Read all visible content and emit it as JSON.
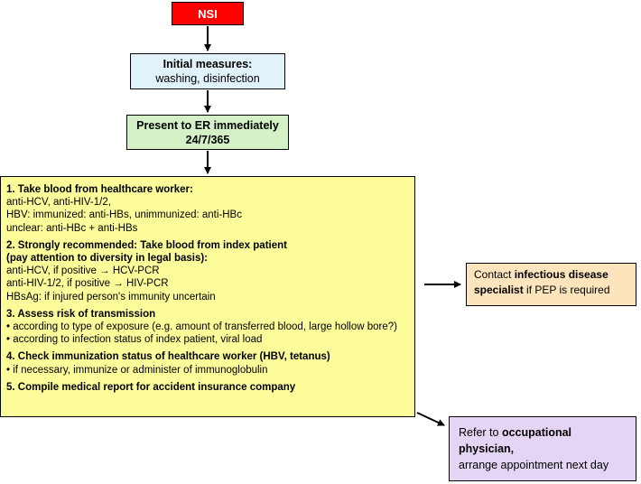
{
  "nodes": {
    "nsi": "NSI",
    "initial": {
      "title": "Initial measures:",
      "text": "washing, disinfection"
    },
    "er": {
      "line1": "Present to ER immediately",
      "line2": "24/7/365"
    },
    "main": {
      "s1": {
        "heading": "1. Take blood  from healthcare worker:",
        "l1": "anti-HCV, anti-HIV-1/2,",
        "l2": "HBV: immunized: anti-HBs, unimmunized: anti-HBc",
        "l3": "unclear: anti-HBc + anti-HBs"
      },
      "s2": {
        "heading1": "2. Strongly recommended: Take blood from index patient",
        "heading2": "(pay attention to diversity in legal basis):",
        "l1": "anti-HCV, if positive → HCV-PCR",
        "l2": "anti-HIV-1/2, if positive → HIV-PCR",
        "l3": "HBsAg: if injured person's immunity uncertain"
      },
      "s3": {
        "heading": "3. Assess risk of transmission",
        "l1": "• according to type of exposure (e.g. amount of transferred blood, large hollow bore?)",
        "l2": "• according to infection status of index patient, viral load"
      },
      "s4": {
        "heading": "4. Check immunization status of healthcare worker (HBV, tetanus)",
        "l1": "• if necessary, immunize  or administer of immunoglobulin"
      },
      "s5": {
        "heading": "5. Compile medical report for accident insurance company"
      }
    },
    "contact": {
      "pre": "Contact ",
      "bold": "infectious disease specialist",
      "post": " if PEP is required"
    },
    "refer": {
      "pre": "Refer to ",
      "bold": "occupational physician,",
      "line2": "arrange appointment next day"
    }
  }
}
